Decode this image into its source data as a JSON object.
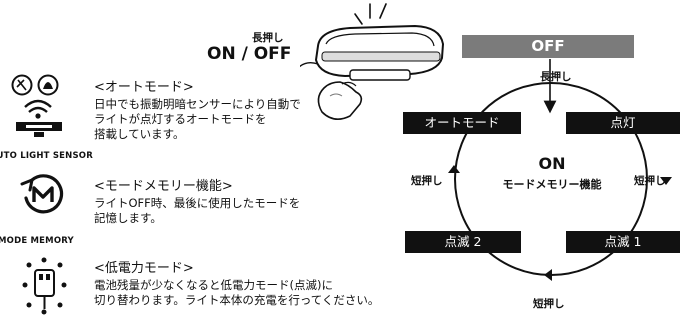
{
  "header": {
    "long_press_label": "長押し",
    "on_off_label": "ON / OFF"
  },
  "features": [
    {
      "title": "<オートモード>",
      "description": [
        "日中でも振動明暗センサーにより自動で",
        "ライトが点灯するオートモードを",
        "搭載しています。"
      ],
      "icon_label": "AUTO LIGHT SENSOR"
    },
    {
      "title": "<モードメモリー機能>",
      "description": [
        "ライトOFF時、最後に使用したモードを",
        "記憶します。"
      ],
      "icon_label": "MODE MEMORY"
    },
    {
      "title": "<低電力モード>",
      "description": [
        "電池残量が少なくなると低電力モード(点滅)に",
        "切り替わります。ライト本体の充電を行ってください。"
      ],
      "icon_label": ""
    }
  ],
  "cycle": {
    "off_label": "OFF",
    "long_press_label": "長押し",
    "center_title": "ON",
    "center_subtitle": "モードメモリー機能",
    "modes": [
      "オートモード",
      "点灯",
      "点滅 1",
      "点滅 2"
    ],
    "short_press_label": "短押し"
  },
  "colors": {
    "primary": "#111111",
    "off_box": "#7b7b7b",
    "background": "#ffffff"
  }
}
